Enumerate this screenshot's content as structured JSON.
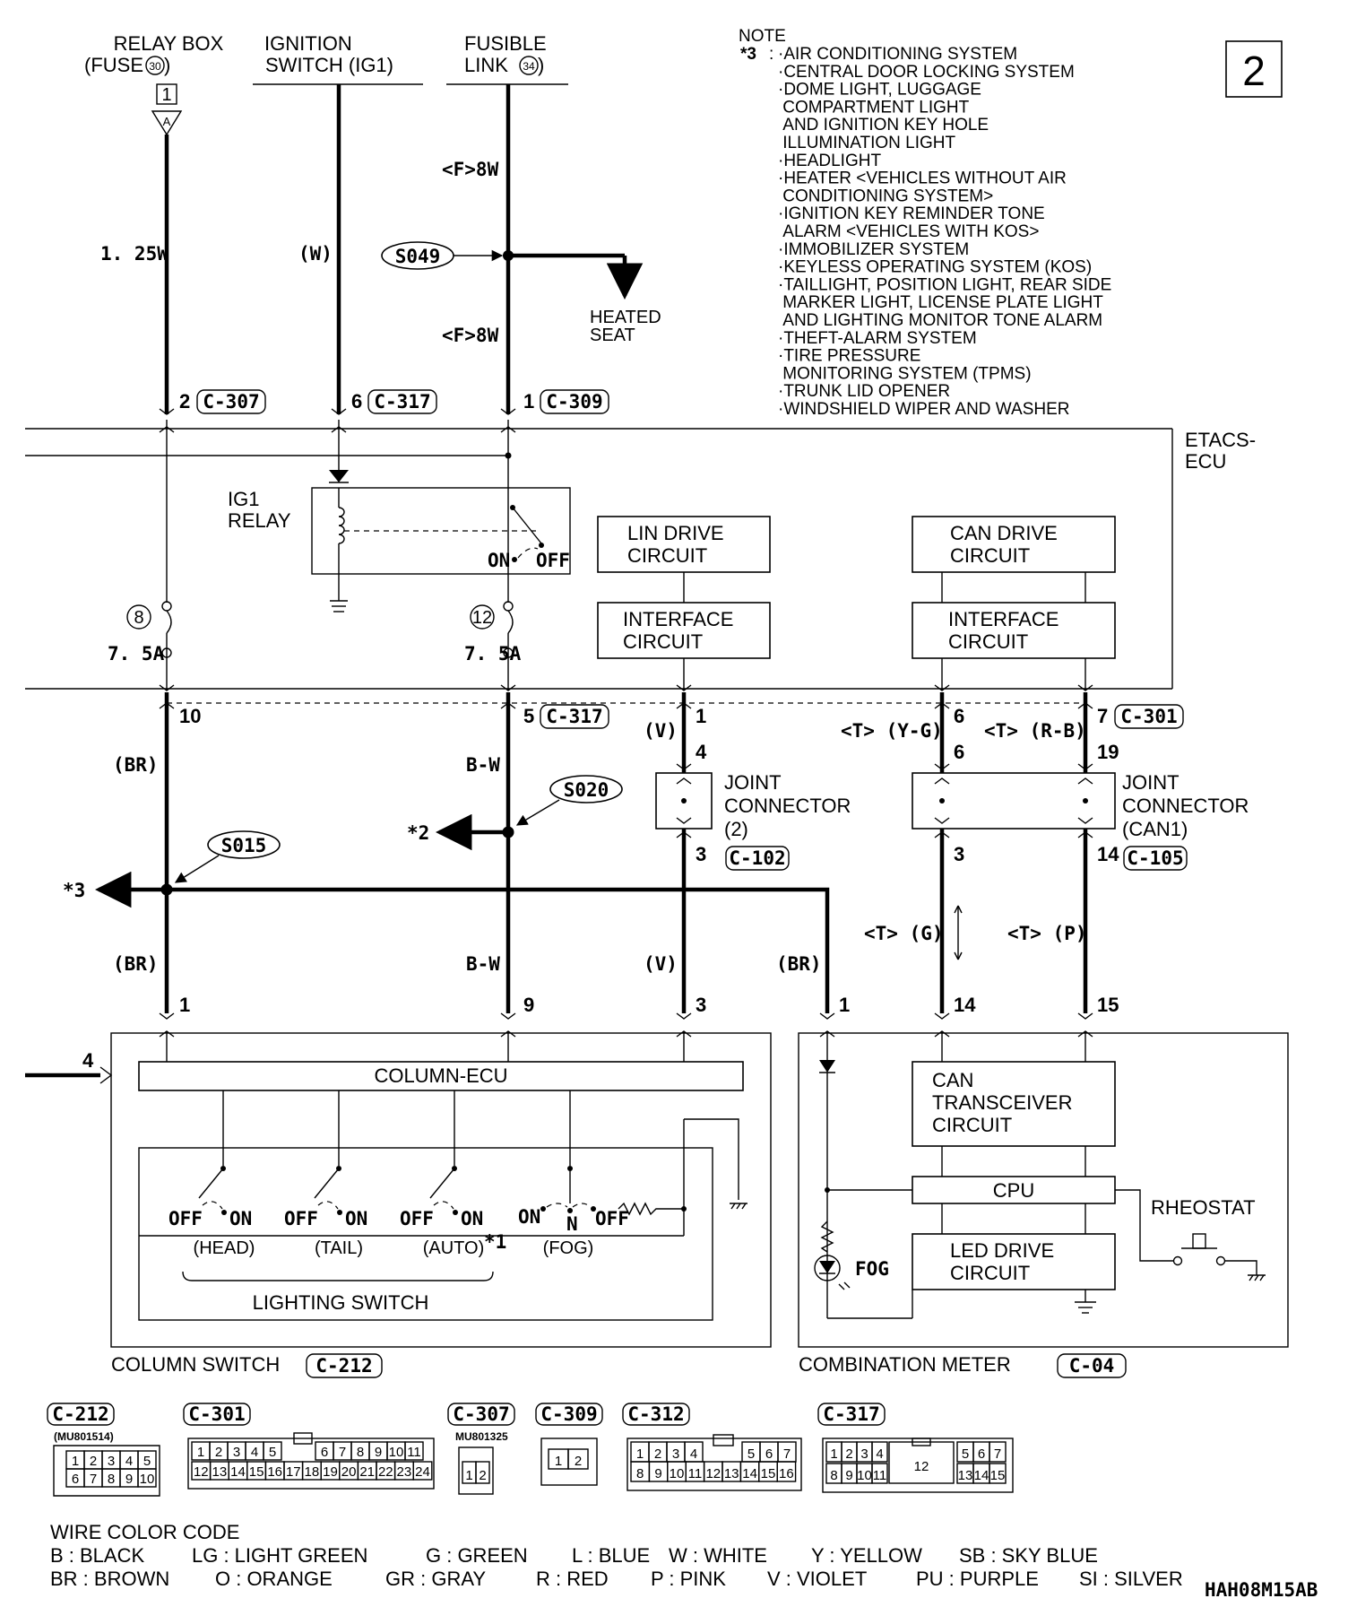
{
  "sheet_number": "2",
  "drawing_code": "HAH08M15AB",
  "top_sources": {
    "relay_box_l1": "RELAY BOX",
    "relay_box_l2": "(FUSE",
    "relay_box_fuse": "30",
    "ignition_l1": "IGNITION",
    "ignition_l2": "SWITCH (IG1)",
    "fusible_l1": "FUSIBLE",
    "fusible_l2": "LINK",
    "fusible_num": "34",
    "box_index": "1",
    "box_letter": "A"
  },
  "note": {
    "title": "NOTE",
    "marker": "*3",
    "lines": [
      "·AIR CONDITIONING SYSTEM",
      "·CENTRAL DOOR LOCKING SYSTEM",
      "·DOME LIGHT, LUGGAGE",
      " COMPARTMENT LIGHT",
      " AND IGNITION KEY HOLE",
      " ILLUMINATION LIGHT",
      "·HEADLIGHT",
      "·HEATER <VEHICLES WITHOUT AIR",
      " CONDITIONING SYSTEM>",
      "·IGNITION KEY REMINDER TONE",
      " ALARM <VEHICLES WITH KOS>",
      "·IMMOBILIZER SYSTEM",
      "·KEYLESS OPERATING SYSTEM (KOS)",
      "·TAILLIGHT, POSITION LIGHT, REAR SIDE",
      " MARKER LIGHT, LICENSE PLATE LIGHT",
      " AND LIGHTING MONITOR TONE ALARM",
      "·THEFT-ALARM SYSTEM",
      "·TIRE PRESSURE",
      " MONITORING SYSTEM (TPMS)",
      "·TRUNK LID OPENER",
      "·WINDSHIELD WIPER AND WASHER"
    ]
  },
  "wires": {
    "w125": "1. 25W",
    "w_w": "(W)",
    "f8w": "<F>8W",
    "br": "(BR)",
    "bw": "B-W",
    "v": "(V)",
    "tyg": "<T> (Y-G)",
    "trb": "<T> (R-B)",
    "tg": "<T> (G)",
    "tp": "<T> (P)"
  },
  "splices": {
    "s049": "S049",
    "s020": "S020",
    "s015": "S015",
    "heated_l1": "HEATED",
    "heated_l2": "SEAT",
    "star2": "*2",
    "star3": "*3",
    "star1": "*1"
  },
  "connectors": {
    "c307": "C-307",
    "c317": "C-317",
    "c309": "C-309",
    "c301": "C-301",
    "c102": "C-102",
    "c105": "C-105",
    "c212": "C-212",
    "c04": "C-04",
    "c312": "C-312"
  },
  "pins": {
    "p2": "2",
    "p6": "6",
    "p1": "1",
    "p10": "10",
    "p5": "5",
    "p1b": "1",
    "p6b": "6",
    "p7": "7",
    "p4": "4",
    "p3": "3",
    "p6c": "6",
    "p19": "19",
    "p3b": "3",
    "p14": "14",
    "p1c": "1",
    "p9": "9",
    "p3c": "3",
    "p1d": "1",
    "p14b": "14",
    "p15": "15",
    "p4b": "4"
  },
  "etacs": {
    "l1": "ETACS-",
    "l2": "ECU",
    "ig1_l1": "IG1",
    "ig1_l2": "RELAY",
    "on": "ON",
    "off": "OFF",
    "fuse8": "8",
    "fuse12": "12",
    "amp": "7. 5A",
    "lin_l1": "LIN DRIVE",
    "lin_l2": "CIRCUIT",
    "can_l1": "CAN DRIVE",
    "can_l2": "CIRCUIT",
    "if_l1": "INTERFACE",
    "if_l2": "CIRCUIT"
  },
  "joints": {
    "j2_l1": "JOINT",
    "j2_l2": "CONNECTOR",
    "j2_l3": "(2)",
    "jc_l1": "JOINT",
    "jc_l2": "CONNECTOR",
    "jc_l3": "(CAN1)"
  },
  "column": {
    "ecu": "COLUMN-ECU",
    "title": "COLUMN SWITCH",
    "lighting": "LIGHTING SWITCH",
    "off": "OFF",
    "on": "ON",
    "n": "N",
    "head": "(HEAD)",
    "tail": "(TAIL)",
    "auto": "(AUTO)",
    "fog": "(FOG)"
  },
  "meter": {
    "title": "COMBINATION METER",
    "can_l1": "CAN",
    "can_l2": "TRANSCEIVER",
    "can_l3": "CIRCUIT",
    "cpu": "CPU",
    "led_l1": "LED DRIVE",
    "led_l2": "CIRCUIT",
    "rheostat": "RHEOSTAT",
    "fog": "FOG"
  },
  "bottom_connectors": {
    "c212_part": "(MU801514)",
    "c307_part": "MU801325",
    "c212_row1": [
      "1",
      "2",
      "3",
      "4",
      "5"
    ],
    "c212_row2": [
      "6",
      "7",
      "8",
      "9",
      "10"
    ],
    "c301_row1": [
      "1",
      "2",
      "3",
      "4",
      "5",
      "",
      "6",
      "7",
      "8",
      "9",
      "10",
      "11"
    ],
    "c301_row2": [
      "12",
      "13",
      "14",
      "15",
      "16",
      "17",
      "18",
      "19",
      "20",
      "21",
      "22",
      "23",
      "24"
    ],
    "c307_pins": [
      "1",
      "2"
    ],
    "c309_pins": [
      "1",
      "2"
    ],
    "c312_row1": [
      "1",
      "2",
      "3",
      "4",
      "",
      "5",
      "6",
      "7"
    ],
    "c312_row2": [
      "8",
      "9",
      "10",
      "11",
      "12",
      "13",
      "14",
      "15",
      "16"
    ],
    "c317_row1": [
      "1",
      "2",
      "3",
      "4",
      "5",
      "6",
      "7"
    ],
    "c317_row2": [
      "8",
      "9",
      "10",
      "11",
      "13",
      "14",
      "15"
    ],
    "c317_mid": "12"
  },
  "wire_color_code": {
    "title": "WIRE COLOR CODE",
    "row1": [
      "B : BLACK",
      "LG : LIGHT GREEN",
      "G : GREEN",
      "L : BLUE",
      "W : WHITE",
      "Y : YELLOW",
      "SB : SKY BLUE"
    ],
    "row2": [
      "BR : BROWN",
      "O : ORANGE",
      "GR : GRAY",
      "R : RED",
      "P : PINK",
      "V : VIOLET",
      "PU : PURPLE",
      "SI : SILVER"
    ]
  }
}
